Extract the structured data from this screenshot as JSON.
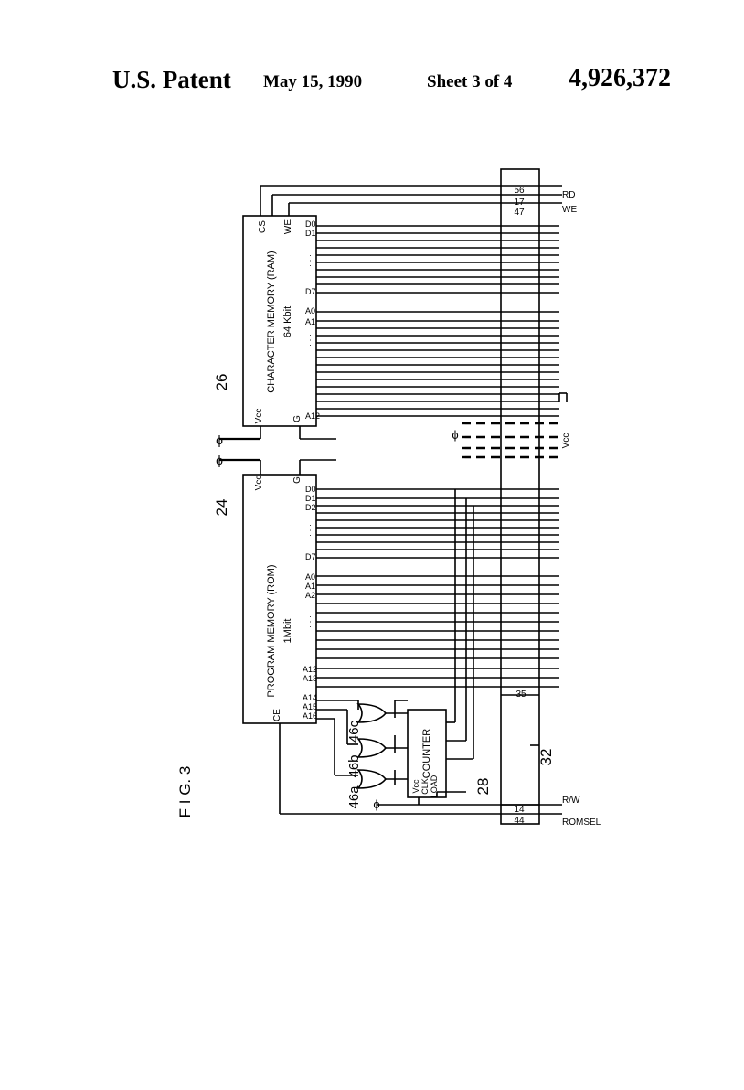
{
  "header": {
    "patent_label": "U.S. Patent",
    "date": "May 15, 1990",
    "sheet": "Sheet 3 of 4",
    "patent_number": "4,926,372"
  },
  "figure": {
    "label": "F I G. 3",
    "ram": {
      "title": "CHARACTER MEMORY (RAM)",
      "size": "64 Kbit",
      "ref": "26",
      "vcc": "Vcc",
      "g": "G",
      "cs": "CS",
      "we": "WE",
      "data_pins": [
        "D0",
        "D1",
        "D7"
      ],
      "addr_pins": [
        "A0",
        "A1",
        "A12"
      ]
    },
    "rom": {
      "title": "PROGRAM MEMORY (ROM)",
      "size": "1Mbit",
      "ref": "24",
      "vcc": "Vcc",
      "g": "G",
      "ce": "CE",
      "data_pins": [
        "D0",
        "D1",
        "D2",
        "D7"
      ],
      "addr_pins": [
        "A0",
        "A1",
        "A2",
        "A12",
        "A13",
        "A14",
        "A15",
        "A16"
      ]
    },
    "counter": {
      "title": "COUNTER",
      "pins": [
        "Vcc",
        "CLK",
        "LOAD"
      ],
      "ref": "28"
    },
    "gates": [
      "46a",
      "46b",
      "46c"
    ],
    "connector": {
      "ref": "32",
      "pins": [
        "56",
        "17",
        "47",
        "35",
        "14",
        "44"
      ],
      "signals": [
        "RD",
        "WE",
        "R/W",
        "ROMSEL"
      ],
      "vcc": "Vcc"
    },
    "phi": "ϕ",
    "ellipsis": "· · ·"
  }
}
